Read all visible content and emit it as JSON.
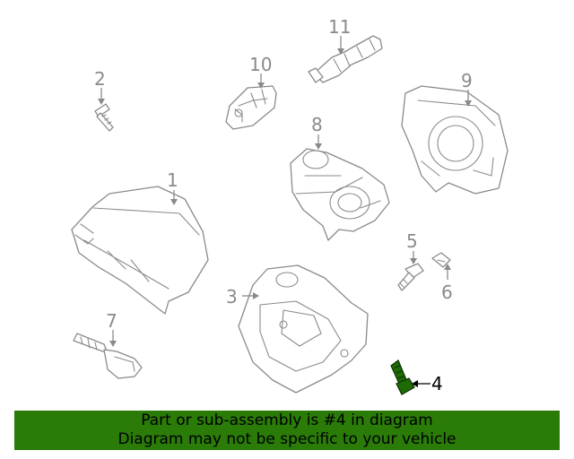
{
  "diagram": {
    "callouts": [
      {
        "label": "1"
      },
      {
        "label": "2"
      },
      {
        "label": "3"
      },
      {
        "label": "4"
      },
      {
        "label": "5"
      },
      {
        "label": "6"
      },
      {
        "label": "7"
      },
      {
        "label": "8"
      },
      {
        "label": "9"
      },
      {
        "label": "10"
      },
      {
        "label": "11"
      }
    ],
    "highlighted_part": "4",
    "highlight_color": "#2a7b08"
  },
  "banner": {
    "line1": "Part or sub-assembly is #4 in diagram",
    "line2": "Diagram may not be specific to your vehicle",
    "background": "#2a7b08"
  }
}
